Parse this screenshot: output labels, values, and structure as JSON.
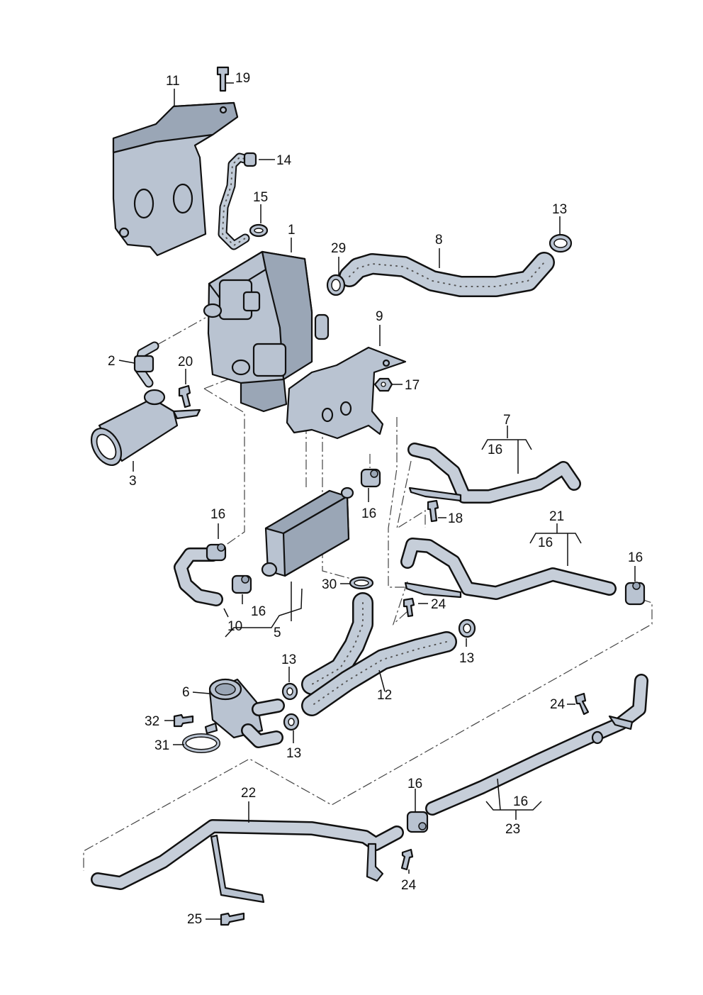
{
  "diagram": {
    "title": "Auxiliary heater with coolant hoses - exploded parts view",
    "callouts": {
      "c1": "1",
      "c2": "2",
      "c3": "3",
      "c5": "5",
      "c6": "6",
      "c7": "7",
      "c8": "8",
      "c9": "9",
      "c10": "10",
      "c11": "11",
      "c12": "12",
      "c13a": "13",
      "c13b": "13",
      "c13c": "13",
      "c13d": "13",
      "c14": "14",
      "c15": "15",
      "c16a": "16",
      "c16b": "16",
      "c16c": "16",
      "c16d": "16",
      "c16e": "16",
      "c16f": "16",
      "c16g": "16",
      "c16h": "16",
      "c17": "17",
      "c18": "18",
      "c19": "19",
      "c20": "20",
      "c21": "21",
      "c22": "22",
      "c23": "23",
      "c24a": "24",
      "c24b": "24",
      "c24c": "24",
      "c25": "25",
      "c29": "29",
      "c30": "30",
      "c31": "31",
      "c32": "32"
    }
  }
}
